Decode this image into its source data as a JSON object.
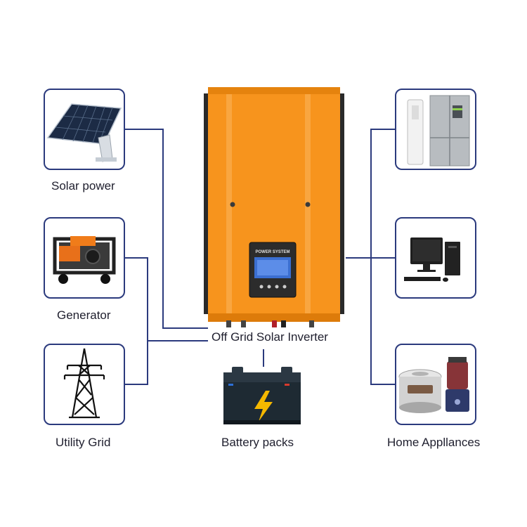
{
  "colors": {
    "line": "#2b3a7d",
    "box_border": "#2b3a7d",
    "inverter_orange": "#f7941d",
    "inverter_dark": "#2a2a2a",
    "battery_body": "#1e2a33",
    "battery_bolt": "#f5b800",
    "text": "#1f1f2e"
  },
  "sources": [
    {
      "id": "solar",
      "label": "Solar power",
      "icon": "solar-panel-icon"
    },
    {
      "id": "generator",
      "label": "Generator",
      "icon": "generator-icon"
    },
    {
      "id": "grid",
      "label": "Utility Grid",
      "icon": "transmission-tower-icon"
    }
  ],
  "inverter": {
    "label": "Off Grid Solar Inverter",
    "brand": "POWER SYSTEM",
    "icon": "inverter-icon"
  },
  "battery": {
    "label": "Battery packs",
    "icon": "battery-icon"
  },
  "loads": {
    "label": "Home Appllances",
    "items": [
      {
        "id": "fridge-ac",
        "icon": "refrigerator-icon"
      },
      {
        "id": "computer",
        "icon": "computer-icon"
      },
      {
        "id": "kitchen",
        "icon": "rice-cooker-icon"
      }
    ]
  }
}
